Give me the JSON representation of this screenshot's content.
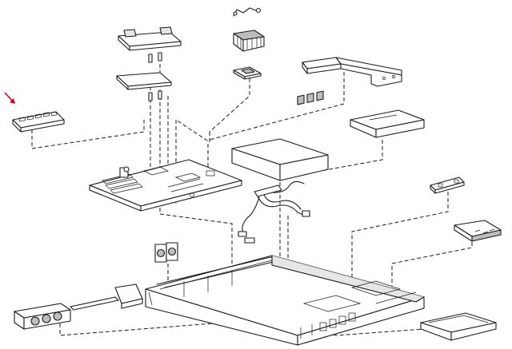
{
  "diagram": {
    "components": [
      {
        "id": "memory-module",
        "icon": "memory-module-icon",
        "highlighted": true
      },
      {
        "id": "heatsink-bracket-top",
        "icon": "heatsink-bracket-icon"
      },
      {
        "id": "heatsink-bracket-bottom",
        "icon": "heatsink-bracket-icon"
      },
      {
        "id": "clip",
        "icon": "retention-clip-icon"
      },
      {
        "id": "heatsink",
        "icon": "heatsink-icon"
      },
      {
        "id": "processor",
        "icon": "processor-icon"
      },
      {
        "id": "pci-riser-bracket",
        "icon": "riser-bracket-icon"
      },
      {
        "id": "hard-drive",
        "icon": "hard-drive-icon"
      },
      {
        "id": "power-supply",
        "icon": "power-supply-icon"
      },
      {
        "id": "cable-harness",
        "icon": "cable-icon"
      },
      {
        "id": "system-board",
        "icon": "system-board-icon"
      },
      {
        "id": "led-bracket",
        "icon": "bracket-icon"
      },
      {
        "id": "io-bracket",
        "icon": "bracket-icon"
      },
      {
        "id": "fan-pair",
        "icon": "fan-icon"
      },
      {
        "id": "fan-assembly",
        "icon": "fan-assembly-icon"
      },
      {
        "id": "chassis",
        "icon": "chassis-icon"
      },
      {
        "id": "cd-drive",
        "icon": "optical-drive-icon"
      }
    ],
    "colors": {
      "line": "#1a1a1a",
      "arrow": "#d0021b",
      "background": "#ffffff"
    }
  }
}
